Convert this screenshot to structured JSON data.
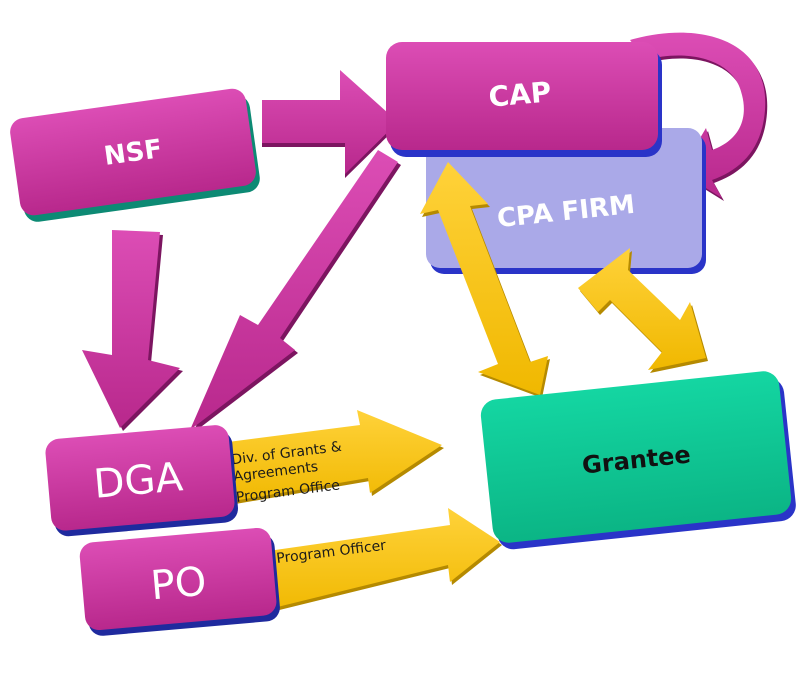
{
  "colors": {
    "magenta": "#c8329a",
    "magenta_dark": "#8a1a68",
    "blue_edge": "#2a34c8",
    "teal_edge": "#0d8a74",
    "green": "#0fc493",
    "lavender": "#a9a8e6",
    "yellow": "#f5c31a",
    "yellow_edge": "#c99a00"
  },
  "nodes": {
    "nsf": {
      "label": "NSF"
    },
    "cap": {
      "label": "CAP"
    },
    "cpa_firm": {
      "label": "CPA FIRM"
    },
    "grantee": {
      "label": "Grantee"
    },
    "dga": {
      "label": "DGA",
      "bullets": [
        "Div. of Grants &",
        "Agreements",
        "Program Office"
      ]
    },
    "po": {
      "label": "PO",
      "bullets": [
        "Program Officer"
      ]
    }
  }
}
